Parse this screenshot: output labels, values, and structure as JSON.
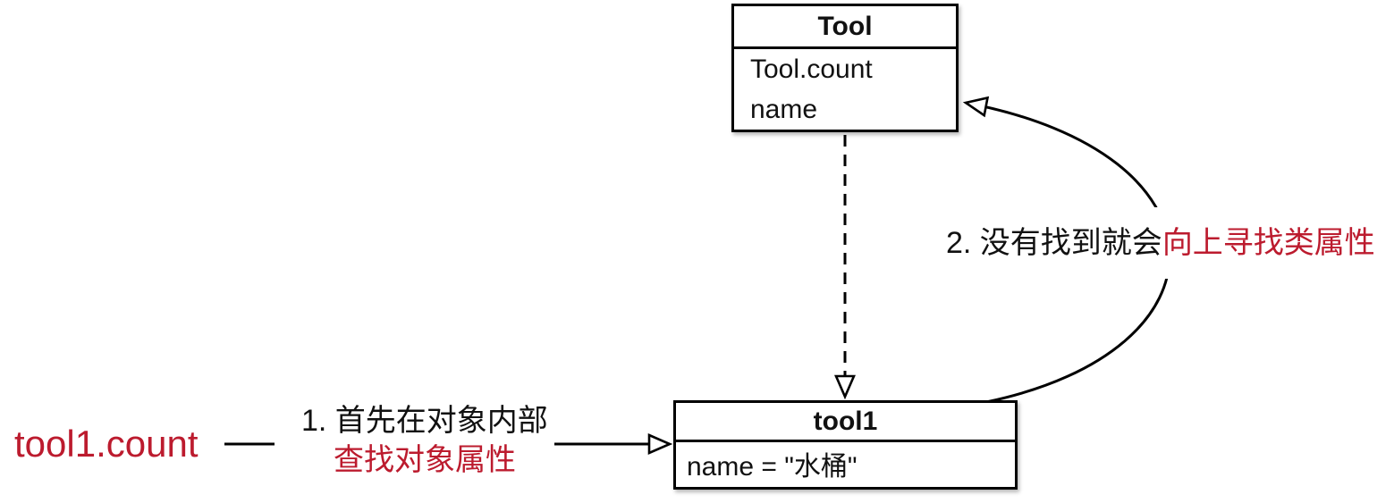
{
  "colors": {
    "accent_red": "#bc1b2e",
    "ink": "#111111",
    "line": "#000000",
    "box_bg": "#ffffff"
  },
  "class_box": {
    "title": "Tool",
    "attributes": [
      "Tool.count",
      "name"
    ]
  },
  "instance_box": {
    "title": "tool1",
    "attributes": [
      "name = \"水桶\""
    ]
  },
  "expression": "tool1.count",
  "step1": {
    "line1": "1. 首先在对象内部",
    "line2": "查找对象属性"
  },
  "step2": {
    "black": "2. 没有找到就会",
    "red": "向上寻找类属性"
  }
}
